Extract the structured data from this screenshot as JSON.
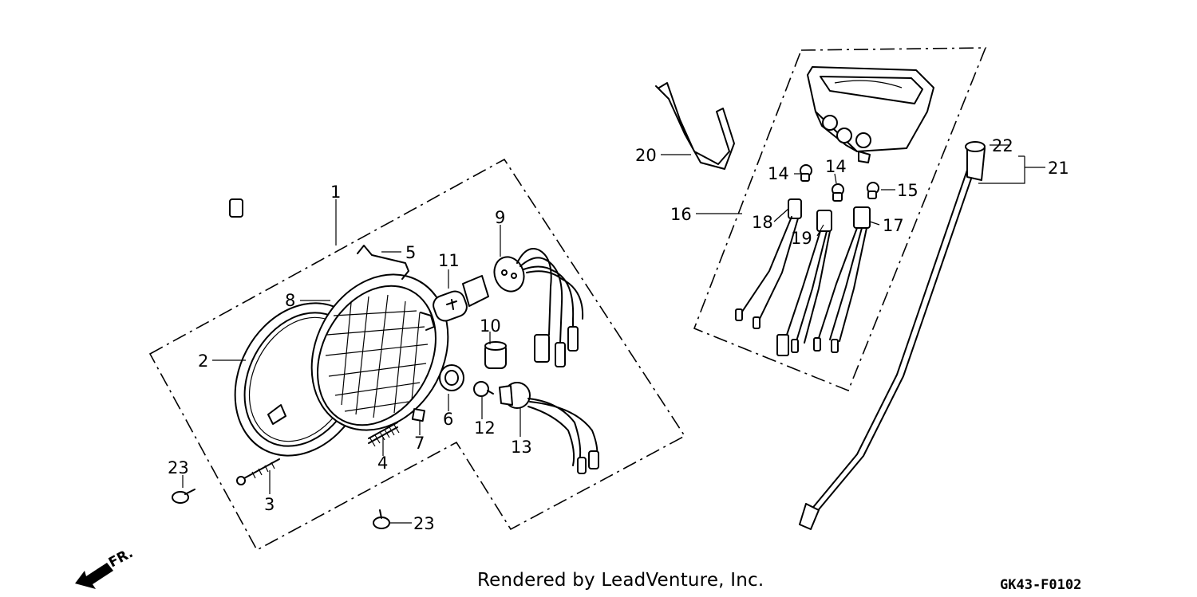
{
  "credit": "Rendered by LeadVenture, Inc.",
  "diagram_code": "GK43-F0102",
  "front_marker": "FR.",
  "callouts": [
    "1",
    "2",
    "3",
    "4",
    "5",
    "6",
    "7",
    "8",
    "9",
    "10",
    "11",
    "12",
    "13",
    "14",
    "14",
    "15",
    "16",
    "17",
    "18",
    "19",
    "20",
    "21",
    "22",
    "23",
    "23"
  ]
}
